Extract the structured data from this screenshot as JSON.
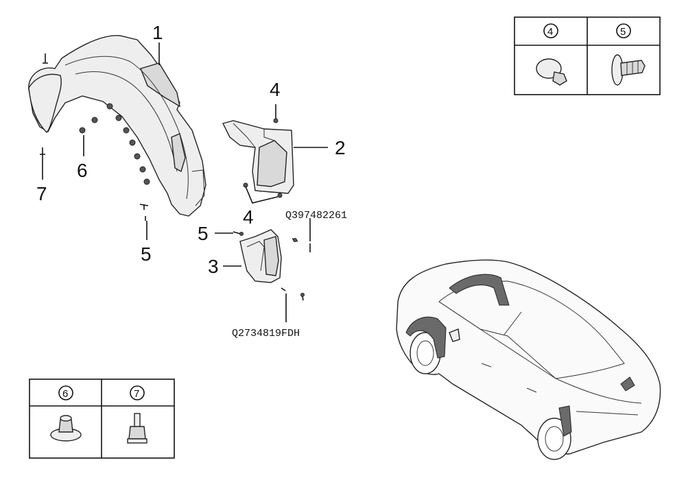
{
  "callouts": {
    "c1": "1",
    "c2": "2",
    "c3": "3",
    "c4_top": "4",
    "c4_bottom": "4",
    "c5_left": "5",
    "c5_mid": "5",
    "c6": "6",
    "c7": "7"
  },
  "part_numbers": {
    "upper": "Q397482261",
    "lower": "Q2734819FDH"
  },
  "legend_top": {
    "col_left": "4",
    "col_right": "5"
  },
  "legend_bottom": {
    "col_left": "6",
    "col_right": "7"
  }
}
